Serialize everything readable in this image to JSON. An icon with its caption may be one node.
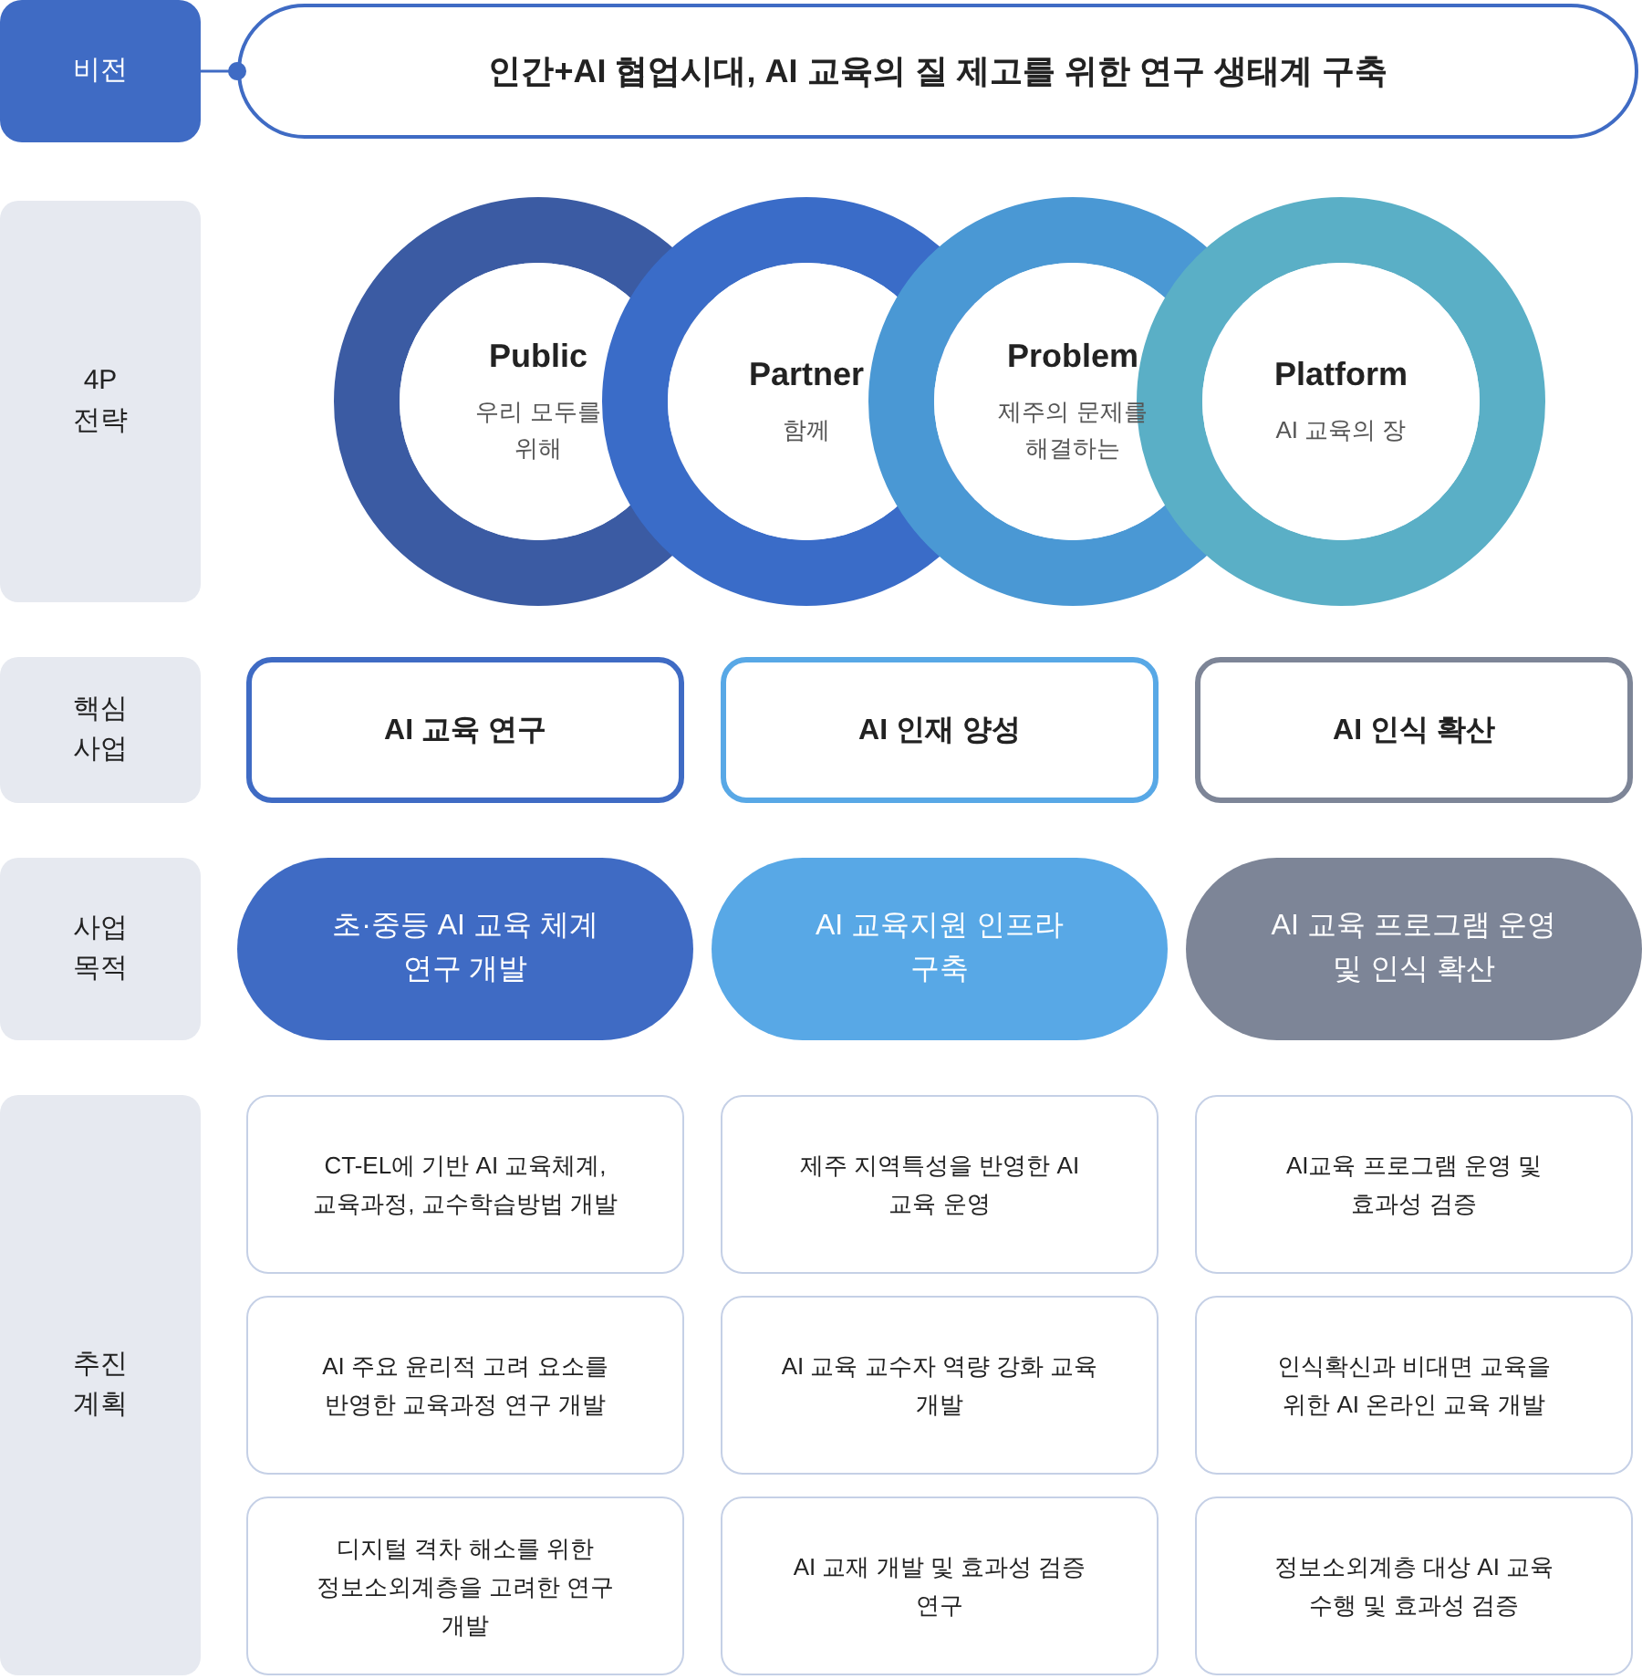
{
  "diagram": {
    "nodes": [
      {
        "text": [
          "비전"
        ]
      },
      {
        "text": [
          "인간+AI 협업시대, AI 교육의 질 제고를 위한 연구 생태계 구축"
        ]
      },
      {
        "text": [
          "4P 전략"
        ]
      },
      {
        "text": [
          "Public",
          "우리 모두를 위해"
        ]
      },
      {
        "text": [
          "Partner",
          "함께"
        ]
      },
      {
        "text": [
          "Problem",
          "제주의 문제를 해결하는"
        ]
      },
      {
        "text": [
          "Platform",
          "AI 교육의 장"
        ]
      },
      {
        "text": [
          "핵심 사업"
        ]
      },
      {
        "text": [
          "AI 교육 연구"
        ]
      },
      {
        "text": [
          "AI 인재 양성"
        ]
      },
      {
        "text": [
          "AI 인식 확산"
        ]
      },
      {
        "text": [
          "사업 목적"
        ]
      },
      {
        "text": [
          "초·중등 AI 교육 체계 연구 개발"
        ]
      },
      {
        "text": [
          "AI 교육지원 인프라 구축"
        ]
      },
      {
        "text": [
          "AI 교육 프로그램 운영 및 인식 확산"
        ]
      },
      {
        "text": [
          "추진 계획"
        ]
      },
      {
        "text": [
          "CT-EL에 기반 AI 교육체계, 교육과정, 교수학습방법 개발"
        ]
      },
      {
        "text": [
          "제주 지역특성을 반영한 AI 교육 운영"
        ]
      },
      {
        "text": [
          "AI교육 프로그램 운영 및 효과성 검증"
        ]
      },
      {
        "text": [
          "AI 주요 윤리적 고려 요소를 반영한 교육과정 연구 개발"
        ]
      },
      {
        "text": [
          "AI 교육 교수자 역량 강화 교육 개발"
        ]
      },
      {
        "text": [
          "인식확신과 비대면 교육을 위한 AI 온라인 교육 개발"
        ]
      },
      {
        "text": [
          "디지털 격차 해소를 위한 정보소외계층을 고려한 연구 개발"
        ]
      },
      {
        "text": [
          "AI 교재 개발 및 효과성 검증 연구"
        ]
      },
      {
        "text": [
          "정보소외계층 대상 AI 교육 수행 및 효과성 검증"
        ]
      }
    ],
    "edges": [
      {
        "from": 0,
        "to": 1,
        "arrow": "other"
      }
    ]
  }
}
